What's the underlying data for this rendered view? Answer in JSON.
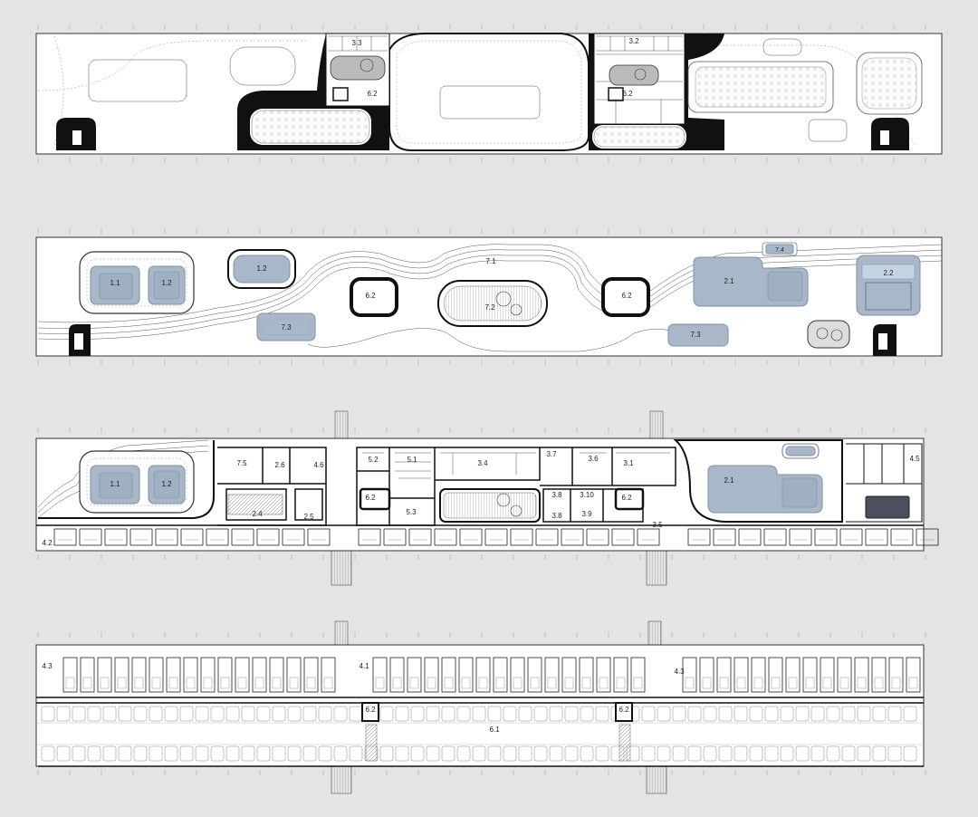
{
  "colors": {
    "background": "#e4e4e6",
    "paper": "#ffffff",
    "wall": "#111111",
    "pool": "#a8b8c8",
    "dark_block": "#4a5060"
  },
  "plans": {
    "roof": {
      "labels": [
        "3.3",
        "6.2",
        "3.2",
        "6.2"
      ]
    },
    "ground": {
      "labels": [
        "1.1",
        "1.2",
        "1.2",
        "7.1",
        "7.4",
        "6.2",
        "7.2",
        "6.2",
        "2.1",
        "2.2",
        "7.3",
        "7.3"
      ]
    },
    "first": {
      "labels": [
        "1.1",
        "1.2",
        "7.5",
        "2.6",
        "4.6",
        "5.2",
        "5.1",
        "3.4",
        "3.7",
        "3.6",
        "3.1",
        "4.5",
        "2.4",
        "2.5",
        "6.2",
        "5.3",
        "3.8",
        "3.10",
        "3.8",
        "3.9",
        "6.2",
        "2.1",
        "4.2",
        "3.5"
      ]
    },
    "basement": {
      "labels": [
        "4.3",
        "4.1",
        "4.3",
        "6.2",
        "6.2",
        "6.1"
      ]
    }
  }
}
